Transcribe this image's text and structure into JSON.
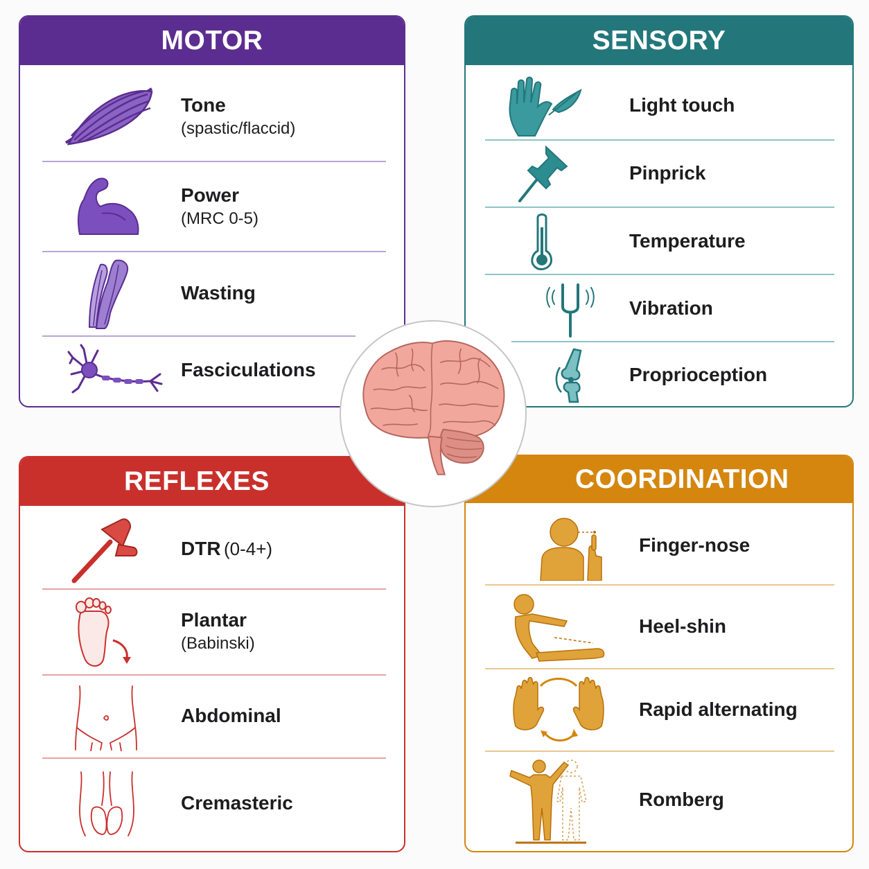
{
  "motor": {
    "title": "MOTOR",
    "color": "#5c2d91",
    "items": [
      {
        "label": "Tone",
        "sub": "(spastic/flaccid)",
        "icon": "muscle-fiber-icon"
      },
      {
        "label": "Power",
        "sub": "(MRC 0-5)",
        "icon": "flexed-arm-icon"
      },
      {
        "label": "Wasting",
        "sub": "",
        "icon": "wasted-limb-icon"
      },
      {
        "label": "Fasciculations",
        "sub": "",
        "icon": "neuron-icon"
      }
    ]
  },
  "sensory": {
    "title": "SENSORY",
    "color": "#23777b",
    "items": [
      {
        "label": "Light touch",
        "icon": "hand-feather-icon"
      },
      {
        "label": "Pinprick",
        "icon": "pushpin-icon"
      },
      {
        "label": "Temperature",
        "icon": "thermometer-icon"
      },
      {
        "label": "Vibration",
        "icon": "tuning-fork-icon"
      },
      {
        "label": "Proprioception",
        "icon": "knee-joint-icon"
      }
    ]
  },
  "reflexes": {
    "title": "REFLEXES",
    "color": "#c9302c",
    "items": [
      {
        "label": "DTR",
        "inline_sub": "(0-4+)",
        "sub": "",
        "icon": "reflex-hammer-icon"
      },
      {
        "label": "Plantar",
        "inline_sub": "",
        "sub": "(Babinski)",
        "icon": "foot-sole-icon"
      },
      {
        "label": "Abdominal",
        "inline_sub": "",
        "sub": "",
        "icon": "abdomen-icon"
      },
      {
        "label": "Cremasteric",
        "inline_sub": "",
        "sub": "",
        "icon": "groin-icon"
      }
    ]
  },
  "coordination": {
    "title": "COORDINATION",
    "color": "#d4860f",
    "items": [
      {
        "label": "Finger-nose",
        "icon": "finger-nose-person-icon"
      },
      {
        "label": "Heel-shin",
        "icon": "heel-shin-person-icon"
      },
      {
        "label": "Rapid alternating",
        "icon": "alternating-hands-icon"
      },
      {
        "label": "Romberg",
        "icon": "romberg-standing-icon"
      }
    ]
  },
  "center": {
    "icon": "brain-icon"
  }
}
